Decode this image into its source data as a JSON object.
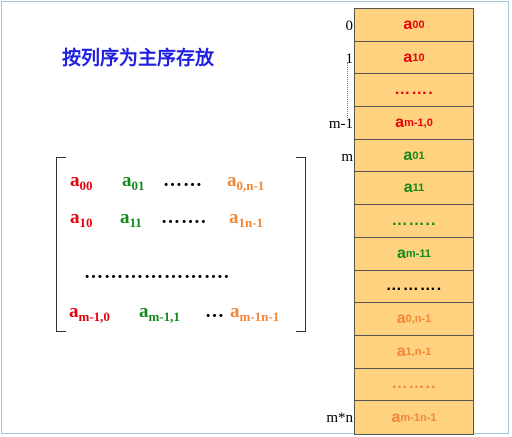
{
  "title": "按列序为主序存放",
  "matrix": {
    "rows": [
      [
        {
          "base": "a",
          "sub": "00",
          "color": "#e8000b"
        },
        {
          "base": "a",
          "sub": "01",
          "color": "#138a1b"
        },
        {
          "text": "……"
        },
        {
          "base": "a",
          "sub": "0,n-1",
          "color": "#f0873a"
        }
      ],
      [
        {
          "base": "a",
          "sub": "10",
          "color": "#e8000b"
        },
        {
          "base": "a",
          "sub": "11",
          "color": "#138a1b"
        },
        {
          "text": "……."
        },
        {
          "base": "a",
          "sub": "1n-1",
          "color": "#f0873a"
        }
      ],
      [
        {
          "text": "…………………."
        }
      ],
      [
        {
          "base": "a",
          "sub": "m-1,0",
          "color": "#e8000b"
        },
        {
          "base": "a",
          "sub": "m-1,1",
          "color": "#138a1b"
        },
        {
          "text": "…"
        },
        {
          "base": "a",
          "sub": "m-1n-1",
          "color": "#f0873a"
        }
      ]
    ]
  },
  "storage": {
    "cells": [
      {
        "base": "a",
        "sub": "00",
        "color": "#e8000b"
      },
      {
        "base": "a",
        "sub": "10",
        "color": "#e8000b"
      },
      {
        "text": "…….",
        "color": "#e8000b"
      },
      {
        "base": "a",
        "sub": "m-1,0",
        "color": "#e8000b"
      },
      {
        "base": "a",
        "sub": "01",
        "color": "#138a1b"
      },
      {
        "base": "a",
        "sub": "11",
        "color": "#138a1b"
      },
      {
        "text": "……..",
        "color": "#138a1b"
      },
      {
        "base": "a",
        "sub": "m-11",
        "color": "#138a1b"
      },
      {
        "text": "……….",
        "color": "#000000"
      },
      {
        "base": "a",
        "sub": "0,n-1",
        "color": "#f0873a"
      },
      {
        "base": "a",
        "sub": "1,n-1",
        "color": "#f0873a"
      },
      {
        "text": "……..",
        "color": "#f0873a"
      },
      {
        "base": "a",
        "sub": "m-1n-1",
        "color": "#f0873a"
      }
    ],
    "indices": [
      {
        "label": "0",
        "row": 0
      },
      {
        "label": "1",
        "row": 1
      },
      {
        "label": "m-1",
        "row": 3
      },
      {
        "label": "m",
        "row": 4
      },
      {
        "label": "m*n",
        "row": 12
      }
    ]
  }
}
